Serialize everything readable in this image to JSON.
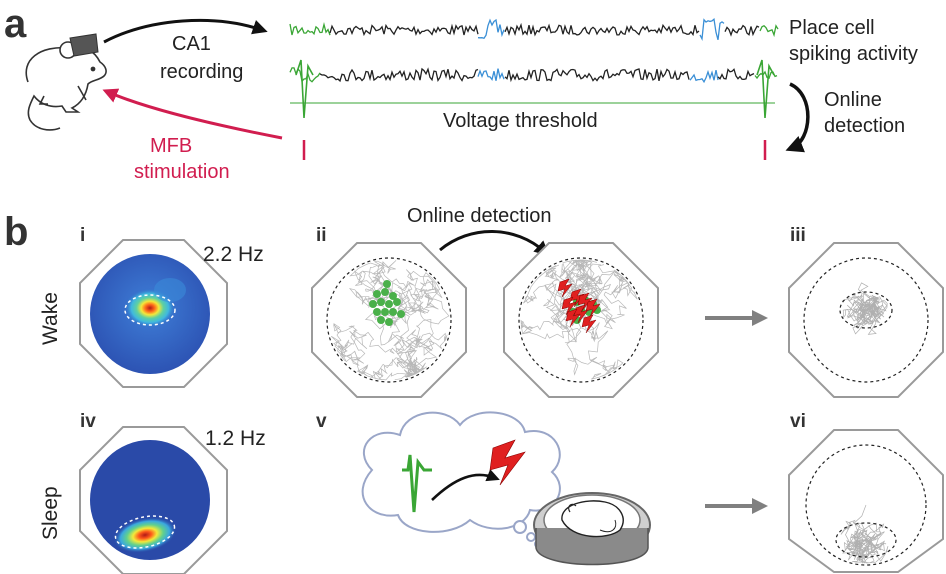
{
  "panel_labels": {
    "a": "a",
    "b": "b"
  },
  "sub_labels": {
    "i": "i",
    "ii": "ii",
    "iii": "iii",
    "iv": "iv",
    "v": "v",
    "vi": "vi"
  },
  "panel_a": {
    "recording": [
      "CA1",
      "recording"
    ],
    "stimulation": [
      "MFB",
      "stimulation"
    ],
    "spiking": [
      "Place cell",
      "spiking activity"
    ],
    "threshold": "Voltage threshold",
    "detection": [
      "Online",
      "detection"
    ]
  },
  "panel_b": {
    "wake_label": "Wake",
    "sleep_label": "Sleep",
    "wake_rate": "2.2 Hz",
    "sleep_rate": "1.2 Hz",
    "online_detection": "Online detection"
  },
  "colors": {
    "trace_black": "#222222",
    "trace_green": "#3aa635",
    "trace_blue": "#3a8fd6",
    "stim_red": "#d11d4f",
    "arena_gray": "#9a9a9a",
    "dot_green": "#4ab04a",
    "bolt_red": "#e02020",
    "arrow_gray": "#808080",
    "cloud_edge": "#9aa6c8",
    "heat_low": "#2a4aa8",
    "heat_high": "#c81e1e"
  },
  "icons": [
    "mouse-icon",
    "recording-arrow-icon",
    "stimulation-arrow-icon",
    "spike-icon",
    "lightning-icon",
    "thought-cloud-icon",
    "sleeping-mouse-icon",
    "octagon-arena-icon"
  ]
}
